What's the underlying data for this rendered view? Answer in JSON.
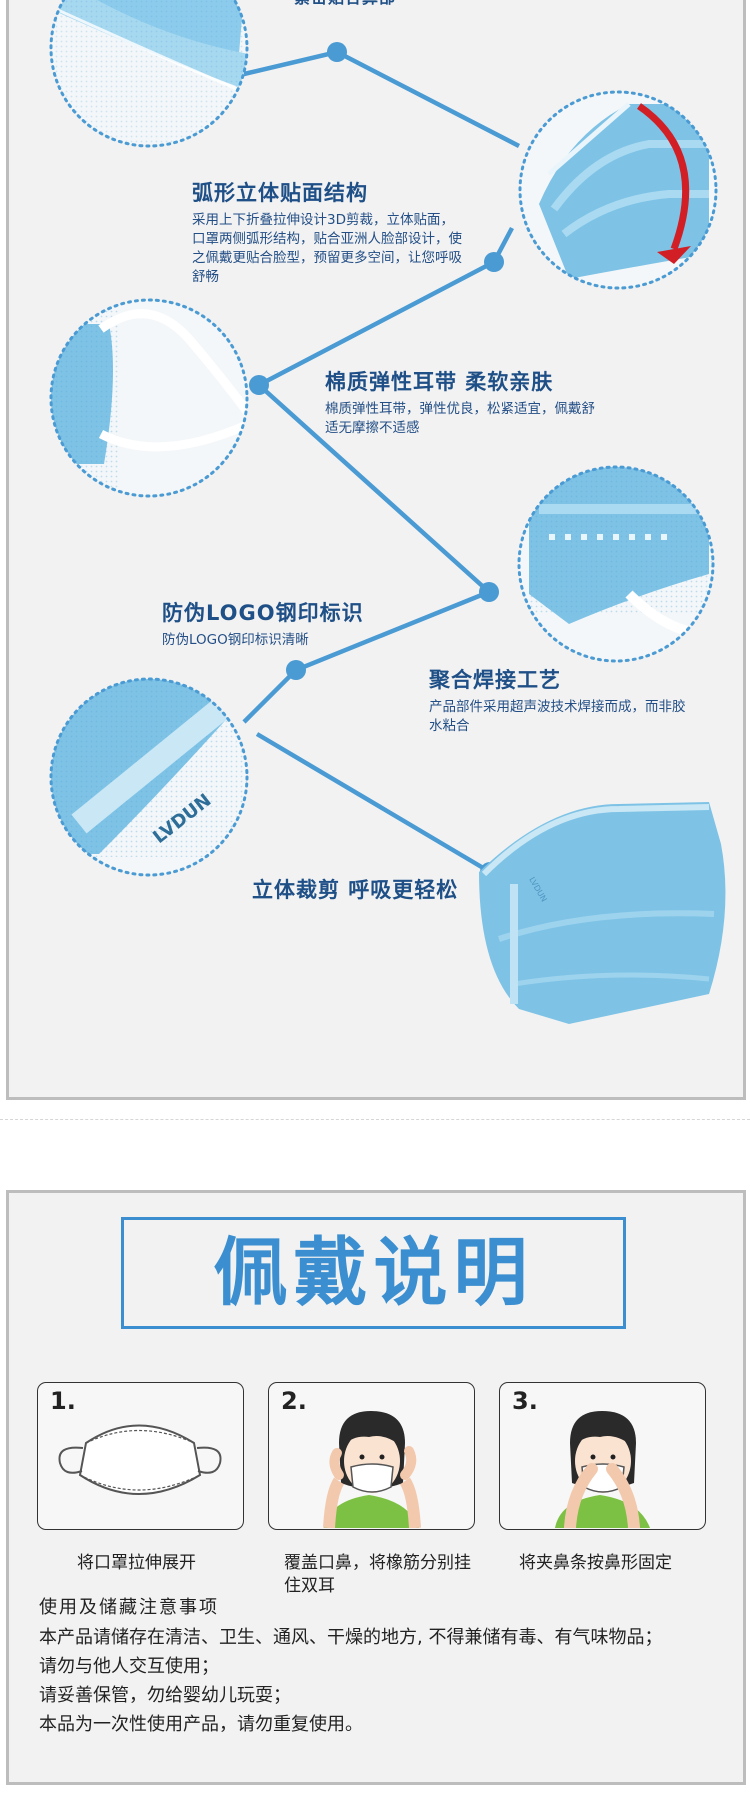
{
  "features": [
    {
      "title": "紧密贴合鼻部",
      "desc": ""
    },
    {
      "title": "弧形立体贴面结构",
      "desc": "采用上下折叠拉伸设计3D剪裁，立体贴面，口罩两侧弧形结构，贴合亚洲人脸部设计，使之佩戴更贴合脸型，预留更多空间，让您呼吸舒畅"
    },
    {
      "title": "棉质弹性耳带 柔软亲肤",
      "desc": "棉质弹性耳带，弹性优良，松紧适宜，佩戴舒适无摩擦不适感"
    },
    {
      "title": "防伪LOGO钢印标识",
      "desc": "防伪LOGO钢印标识清晰"
    },
    {
      "title": "聚合焊接工艺",
      "desc": "产品部件采用超声波技术焊接而成，而非胶水粘合"
    },
    {
      "title": "立体裁剪 呼吸更轻松",
      "desc": ""
    }
  ],
  "mask_logo": "LVDUN",
  "mask_edge_logo": "LVDUN",
  "wearing": {
    "title": "佩戴说明",
    "steps": [
      {
        "num": "1.",
        "caption": "将口罩拉伸展开"
      },
      {
        "num": "2.",
        "caption": "覆盖口鼻，将橡筋分别挂住双耳"
      },
      {
        "num": "3.",
        "caption": "将夹鼻条按鼻形固定"
      }
    ],
    "notes_title": "使用及储藏注意事项",
    "notes": [
      "本产品请储存在清洁、卫生、通风、干燥的地方, 不得兼储有毒、有气味物品；",
      "请勿与他人交互使用；",
      "请妥善保管，勿给婴幼儿玩耍；",
      "本品为一次性使用产品，请勿重复使用。"
    ]
  },
  "colors": {
    "accent_blue": "#3b8fd0",
    "text_navy": "#1e4f86",
    "mask_blue": "#7ec3e6",
    "panel_bg": "#f2f2f2",
    "arrow_red": "#d21f26"
  }
}
